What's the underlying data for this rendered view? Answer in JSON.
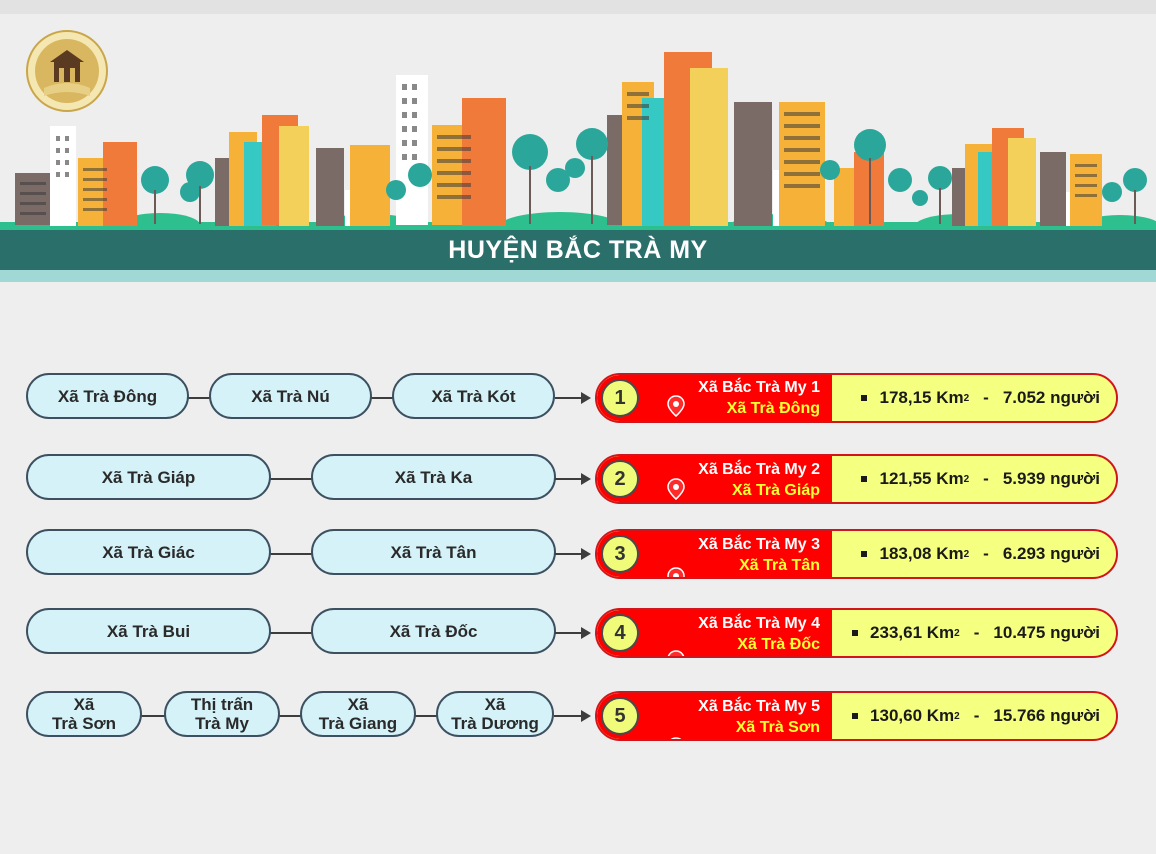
{
  "title": "HUYỆN BẮC TRÀ MY",
  "colors": {
    "banner": "#2b6f6b",
    "pill_fill": "#d4f2f8",
    "card_red": "#ff0000",
    "card_yellow": "#f5ff80"
  },
  "icons": {
    "logo": "emblem-logo",
    "location": "location-pin-icon"
  },
  "rows": [
    {
      "inputs": [
        "Xã Trà Đông",
        "Xã Trà Nú",
        "Xã Trà Kót"
      ],
      "number": "1",
      "name": "Xã Bắc Trà My 1",
      "seat": "Xã Trà Đông",
      "area": "178,15 Km",
      "population": "7.052 người"
    },
    {
      "inputs": [
        "Xã Trà Giáp",
        "Xã Trà Ka"
      ],
      "number": "2",
      "name": "Xã Bắc Trà My 2",
      "seat": "Xã Trà Giáp",
      "area": "121,55 Km",
      "population": "5.939 người"
    },
    {
      "inputs": [
        "Xã Trà Giác",
        "Xã Trà Tân"
      ],
      "number": "3",
      "name": "Xã Bắc Trà My 3",
      "seat": "Xã Trà Tân",
      "area": "183,08 Km",
      "population": "6.293 người"
    },
    {
      "inputs": [
        "Xã Trà Bui",
        "Xã Trà Đốc"
      ],
      "number": "4",
      "name": "Xã Bắc Trà My 4",
      "seat": "Xã Trà Đốc",
      "area": "233,61 Km",
      "population": "10.475 người"
    },
    {
      "inputs": [
        "Xã\nTrà Sơn",
        "Thị trấn\nTrà My",
        "Xã\nTrà Giang",
        "Xã\nTrà Dương"
      ],
      "number": "5",
      "name": "Xã Bắc Trà My 5",
      "seat": "Xã Trà Sơn",
      "area": "130,60 Km",
      "population": "15.766 người"
    }
  ],
  "area_unit_superscript": "2",
  "separator": "-"
}
